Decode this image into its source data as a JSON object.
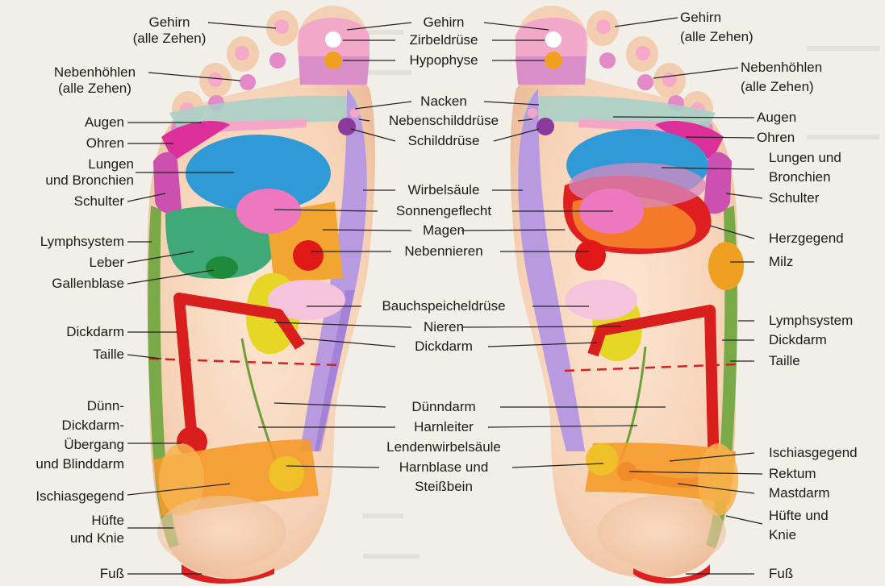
{
  "left_labels": [
    {
      "key": "gehirn_l",
      "lines": [
        "Gehirn",
        "(alle Zehen)"
      ]
    },
    {
      "key": "nebenhoehlen_l",
      "lines": [
        "Nebenhöhlen",
        "(alle Zehen)"
      ]
    },
    {
      "key": "augen_l",
      "lines": [
        "Augen"
      ]
    },
    {
      "key": "ohren_l",
      "lines": [
        "Ohren"
      ]
    },
    {
      "key": "lungen_l",
      "lines": [
        "Lungen",
        "und Bronchien"
      ]
    },
    {
      "key": "schulter_l",
      "lines": [
        "Schulter"
      ]
    },
    {
      "key": "lymph_l",
      "lines": [
        "Lymphsystem"
      ]
    },
    {
      "key": "leber_l",
      "lines": [
        "Leber"
      ]
    },
    {
      "key": "galle_l",
      "lines": [
        "Gallenblase"
      ]
    },
    {
      "key": "dickdarm_l",
      "lines": [
        "Dickdarm"
      ]
    },
    {
      "key": "taille_l",
      "lines": [
        "Taille"
      ]
    },
    {
      "key": "duenn_l",
      "lines": [
        "Dünn-",
        "Dickdarm-",
        "Übergang",
        "und Blinddarm"
      ]
    },
    {
      "key": "ischias_l",
      "lines": [
        "Ischiasgegend"
      ]
    },
    {
      "key": "huefte_l",
      "lines": [
        "Hüfte",
        "und Knie"
      ]
    },
    {
      "key": "fuss_l",
      "lines": [
        "Fuß"
      ]
    }
  ],
  "center_labels": [
    {
      "key": "gehirn_c",
      "lines": [
        "Gehirn"
      ]
    },
    {
      "key": "zirbel_c",
      "lines": [
        "Zirbeldrüse"
      ]
    },
    {
      "key": "hypo_c",
      "lines": [
        "Hypophyse"
      ]
    },
    {
      "key": "nacken_c",
      "lines": [
        "Nacken"
      ]
    },
    {
      "key": "nebenschild_c",
      "lines": [
        "Nebenschilddrüse"
      ]
    },
    {
      "key": "schild_c",
      "lines": [
        "Schilddrüse"
      ]
    },
    {
      "key": "wirbel_c",
      "lines": [
        "Wirbelsäule"
      ]
    },
    {
      "key": "sonnen_c",
      "lines": [
        "Sonnengeflecht"
      ]
    },
    {
      "key": "magen_c",
      "lines": [
        "Magen"
      ]
    },
    {
      "key": "nebennieren_c",
      "lines": [
        "Nebennieren"
      ]
    },
    {
      "key": "bauch_c",
      "lines": [
        "Bauchspeicheldrüse"
      ]
    },
    {
      "key": "nieren_c",
      "lines": [
        "Nieren"
      ]
    },
    {
      "key": "dickdarm_c",
      "lines": [
        "Dickdarm"
      ]
    },
    {
      "key": "duenndarm_c",
      "lines": [
        "Dünndarm"
      ]
    },
    {
      "key": "harnleiter_c",
      "lines": [
        "Harnleiter"
      ]
    },
    {
      "key": "lenden_c",
      "lines": [
        "Lendenwirbelsäule"
      ]
    },
    {
      "key": "harnblase_c",
      "lines": [
        "Harnblase und",
        "Steißbein"
      ]
    }
  ],
  "right_labels": [
    {
      "key": "gehirn_r",
      "lines": [
        "Gehirn",
        "(alle Zehen)"
      ]
    },
    {
      "key": "nebenhoehlen_r",
      "lines": [
        "Nebenhöhlen",
        "(alle Zehen)"
      ]
    },
    {
      "key": "augen_r",
      "lines": [
        "Augen"
      ]
    },
    {
      "key": "ohren_r",
      "lines": [
        "Ohren"
      ]
    },
    {
      "key": "lungen_r",
      "lines": [
        "Lungen und",
        "Bronchien"
      ]
    },
    {
      "key": "schulter_r",
      "lines": [
        "Schulter"
      ]
    },
    {
      "key": "herz_r",
      "lines": [
        "Herzgegend"
      ]
    },
    {
      "key": "milz_r",
      "lines": [
        "Milz"
      ]
    },
    {
      "key": "lymph_r",
      "lines": [
        "Lymphsystem"
      ]
    },
    {
      "key": "dickdarm_r",
      "lines": [
        "Dickdarm"
      ]
    },
    {
      "key": "taille_r",
      "lines": [
        "Taille"
      ]
    },
    {
      "key": "ischias_r",
      "lines": [
        "Ischiasgegend"
      ]
    },
    {
      "key": "rektum_r",
      "lines": [
        "Rektum"
      ]
    },
    {
      "key": "mastdarm_r",
      "lines": [
        "Mastdarm"
      ]
    },
    {
      "key": "huefte_r",
      "lines": [
        "Hüfte und",
        "Knie"
      ]
    },
    {
      "key": "fuss_r",
      "lines": [
        "Fuß"
      ]
    }
  ]
}
